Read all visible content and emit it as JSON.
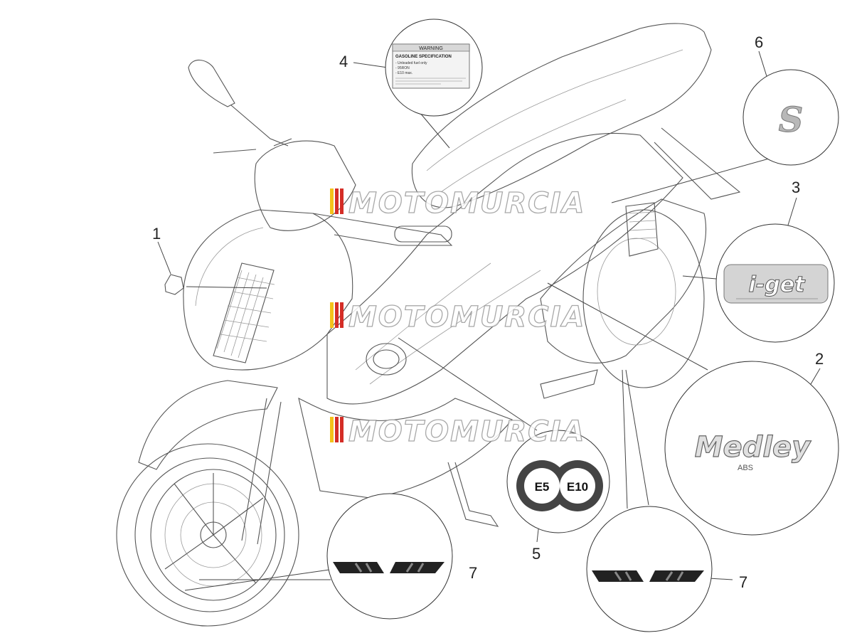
{
  "watermark": {
    "text": "MOTOMURCIA"
  },
  "callouts": [
    {
      "number": "1"
    },
    {
      "number": "2"
    },
    {
      "number": "3"
    },
    {
      "number": "4"
    },
    {
      "number": "5"
    },
    {
      "number": "6"
    },
    {
      "number": "7"
    },
    {
      "number": "7"
    }
  ],
  "decals": {
    "warning_label": {
      "header": "WARNING",
      "title": "GASOLINE SPECIFICATION",
      "lines": [
        "- Unleaded fuel only",
        "- 95RON",
        "- E10 max."
      ]
    },
    "fuel_badge": {
      "left": "E5",
      "right": "E10"
    },
    "medley_logo": {
      "text": "Medley",
      "sub": "ABS"
    },
    "iget_logo": {
      "text": "i-get"
    },
    "s_logo": {
      "text": "S"
    }
  },
  "colors": {
    "line": "#555555",
    "watermark_red": "#d42d26",
    "watermark_yellow": "#f4c21a",
    "watermark_gray": "#9a9a9a"
  }
}
